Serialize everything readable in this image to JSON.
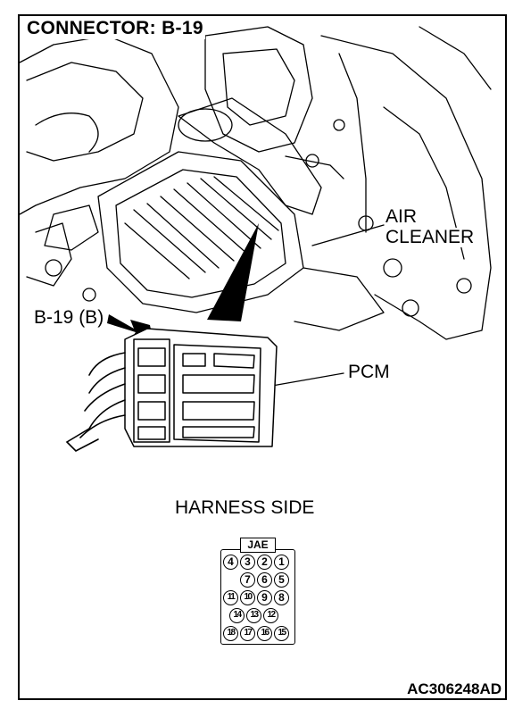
{
  "title": "CONNECTOR: B-19",
  "labels": {
    "air_cleaner_line1": "AIR",
    "air_cleaner_line2": "CLEANER",
    "connector_ref": "B-19 (B)",
    "pcm": "PCM",
    "harness_side": "HARNESS SIDE"
  },
  "connector": {
    "brand": "JAE",
    "pins": [
      "4",
      "3",
      "2",
      "1",
      "7",
      "6",
      "5",
      "11",
      "10",
      "9",
      "8",
      "14",
      "13",
      "12",
      "18",
      "17",
      "16",
      "15"
    ]
  },
  "figure_code": "AC306248AD"
}
